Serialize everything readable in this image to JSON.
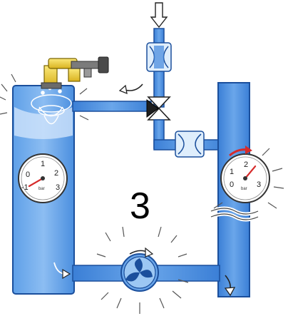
{
  "diagram": {
    "step_number": "3",
    "colors": {
      "water": "#3f86dd",
      "water_light": "#8fc0f0",
      "outline": "#1b4f9c",
      "valve_yellow": "#f2d23a",
      "arrow_red": "#d62b2b",
      "gauge_needle": "#d62b2b"
    },
    "gauges": [
      {
        "id": "left",
        "ticks": [
          "0",
          "1",
          "2",
          "3"
        ],
        "minus": "-1",
        "unit": "bar",
        "needle_value": -1
      },
      {
        "id": "right",
        "ticks": [
          "1",
          "2",
          "3",
          "0"
        ],
        "unit": "bar",
        "needle_value": 2
      }
    ],
    "icons": [
      "inlet-arrow-icon",
      "flow-arrow-icon",
      "pump-icon",
      "valve-icon",
      "air-vent-icon",
      "pressure-gauge-icon"
    ]
  }
}
